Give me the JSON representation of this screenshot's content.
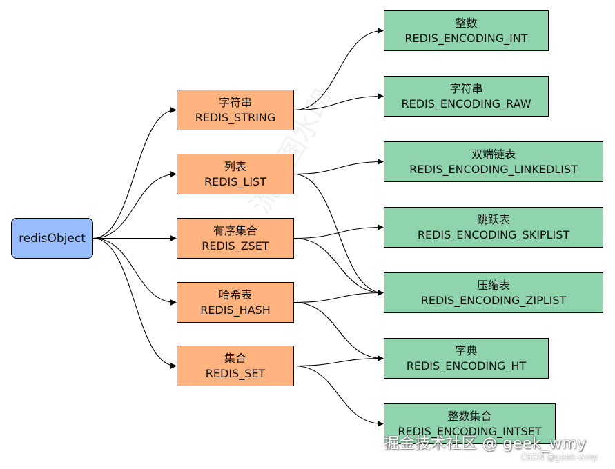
{
  "root": {
    "label": "redisObject",
    "color": "#99bbff"
  },
  "types": [
    {
      "id": "string",
      "cn": "字符串",
      "en": "REDIS_STRING"
    },
    {
      "id": "list",
      "cn": "列表",
      "en": "REDIS_LIST"
    },
    {
      "id": "zset",
      "cn": "有序集合",
      "en": "REDIS_ZSET"
    },
    {
      "id": "hash",
      "cn": "哈希表",
      "en": "REDIS_HASH"
    },
    {
      "id": "set",
      "cn": "集合",
      "en": "REDIS_SET"
    }
  ],
  "encodings": [
    {
      "id": "int",
      "cn": "整数",
      "en": "REDIS_ENCODING_INT"
    },
    {
      "id": "raw",
      "cn": "字符串",
      "en": "REDIS_ENCODING_RAW"
    },
    {
      "id": "linkedlist",
      "cn": "双端链表",
      "en": "REDIS_ENCODING_LINKEDLIST"
    },
    {
      "id": "skiplist",
      "cn": "跳跃表",
      "en": "REDIS_ENCODING_SKIPLIST"
    },
    {
      "id": "ziplist",
      "cn": "压缩表",
      "en": "REDIS_ENCODING_ZIPLIST"
    },
    {
      "id": "ht",
      "cn": "字典",
      "en": "REDIS_ENCODING_HT"
    },
    {
      "id": "intset",
      "cn": "整数集合",
      "en": "REDIS_ENCODING_INTSET"
    }
  ],
  "edges": [
    {
      "from": "string",
      "to": "int"
    },
    {
      "from": "string",
      "to": "raw"
    },
    {
      "from": "list",
      "to": "linkedlist"
    },
    {
      "from": "list",
      "to": "ziplist"
    },
    {
      "from": "zset",
      "to": "skiplist"
    },
    {
      "from": "zset",
      "to": "ziplist"
    },
    {
      "from": "hash",
      "to": "ziplist"
    },
    {
      "from": "hash",
      "to": "ht"
    },
    {
      "from": "set",
      "to": "ht"
    },
    {
      "from": "set",
      "to": "intset"
    }
  ],
  "colors": {
    "type_fill": "#ffb37f",
    "encoding_fill": "#8fd4ad"
  },
  "watermarks": {
    "bottom": "掘金技术社区 @ geek_wmy",
    "csdn": "CSDN @geek-wmy",
    "diagonal": "流程图水印"
  }
}
